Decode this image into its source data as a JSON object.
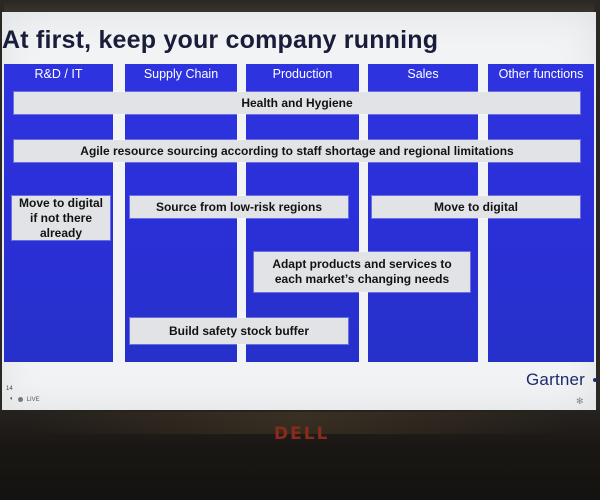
{
  "slide": {
    "title": "At first, keep your company running",
    "columns": [
      {
        "label": "R&D / IT"
      },
      {
        "label": "Supply Chain"
      },
      {
        "label": "Production"
      },
      {
        "label": "Sales"
      },
      {
        "label": "Other functions"
      }
    ],
    "bands": {
      "health": "Health and Hygiene",
      "agile": "Agile resource sourcing according to staff shortage and regional limitations",
      "move_digital_rd": "Move to digital if not there already",
      "low_risk": "Source from low-risk regions",
      "move_digital": "Move to digital",
      "adapt": "Adapt products and services to each market’s changing needs",
      "safety_stock": "Build safety stock buffer"
    },
    "footer": {
      "page_number": "14",
      "live_label": "LIVE"
    },
    "logo": "Gartner"
  },
  "device": {
    "brand": "DELL"
  },
  "colors": {
    "column_blue": "#2a2fd9",
    "band_gray": "#e2e3e6",
    "title_navy": "#1a1d3a"
  }
}
